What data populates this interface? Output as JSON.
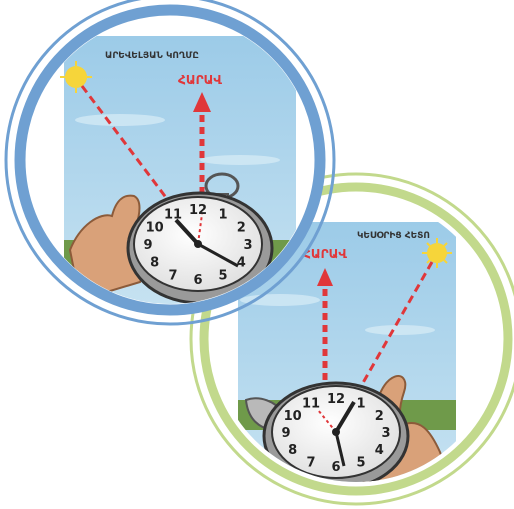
{
  "illustrations": [
    {
      "caption": "ԱՐԵՎԵԼՅԱՆ ԿՈՂՄԸ",
      "direction_label": "ՀԱՐԱՎ",
      "ring_color": "#6fa0d2",
      "clock_numbers": [
        "12",
        "1",
        "2",
        "3",
        "4",
        "5",
        "6",
        "7",
        "8",
        "9",
        "10",
        "11"
      ]
    },
    {
      "caption": "ԿԵՍՕՐԻՑ ՀԵՏՈ",
      "direction_label": "ՀԱՐԱՎ",
      "ring_color": "#c2d98c",
      "clock_numbers": [
        "12",
        "1",
        "2",
        "3",
        "4",
        "5",
        "6",
        "7",
        "8",
        "9",
        "10",
        "11"
      ]
    }
  ],
  "colors": {
    "sky": "#a9d3ea",
    "arrow": "#e0373a",
    "sun": "#f6d53a",
    "ground": "#6f9a4a",
    "skin": "#d9a179"
  }
}
